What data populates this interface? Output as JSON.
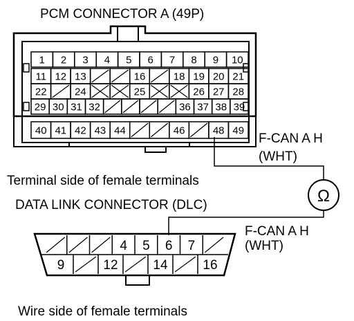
{
  "pcm": {
    "title": "PCM CONNECTOR A (49P)",
    "view_label": "Terminal side of female terminals",
    "rows": [
      [
        "1",
        "2",
        "3",
        "4",
        "5",
        "6",
        "7",
        "8",
        "9",
        "10"
      ],
      [
        "11",
        "12",
        "13",
        "",
        "",
        "16",
        "",
        "18",
        "19",
        "20",
        "21"
      ],
      [
        "22",
        "",
        "24",
        "",
        "",
        "25",
        "",
        "",
        "26",
        "27",
        "28"
      ],
      [
        "29",
        "30",
        "31",
        "32",
        "",
        "",
        "",
        "",
        "36",
        "37",
        "38",
        "39"
      ],
      [
        "40",
        "41",
        "42",
        "43",
        "44",
        "",
        "",
        "46",
        "",
        "48",
        "49"
      ]
    ]
  },
  "dlc": {
    "title": "DATA LINK CONNECTOR (DLC)",
    "view_label": "Wire side of female terminals",
    "rows": [
      [
        "",
        "",
        "",
        "4",
        "5",
        "6",
        "7",
        ""
      ],
      [
        "9",
        "",
        "12",
        "",
        "14",
        "",
        "16"
      ]
    ]
  },
  "wires": {
    "pcm_wire_name": "F-CAN A H",
    "pcm_wire_color": "(WHT)",
    "dlc_wire_name": "F-CAN A H",
    "dlc_wire_color": "(WHT)"
  },
  "meter": {
    "symbol": "Ω"
  }
}
